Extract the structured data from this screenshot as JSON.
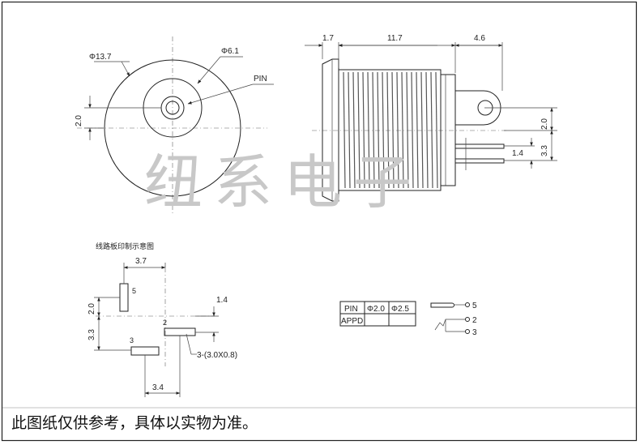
{
  "front_view": {
    "outer_diameter": "Φ13.7",
    "inner_diameter": "Φ6.1",
    "pin_label": "PIN",
    "pin_offset": "2.0"
  },
  "side_view": {
    "dim_flange": "1.7",
    "dim_body": "11.7",
    "dim_tail": "4.6",
    "dim_2_0": "2.0",
    "dim_1_4": "1.4",
    "dim_3_3": "3.3"
  },
  "watermark": "纽系电子",
  "pcb_layout": {
    "title": "线路板印制示意图",
    "dim_width": "3.7",
    "dim_2_0": "2.0",
    "dim_3_3": "3.3",
    "dim_1_4": "1.4",
    "dim_3_4": "3.4",
    "pad_5": "5",
    "pad_2": "2",
    "pad_3": "3",
    "slot_note": "3-(3.0X0.8)"
  },
  "spec_table": {
    "headers": [
      "PIN",
      "Φ2.0",
      "Φ2.5"
    ],
    "rows": [
      [
        "APPD",
        "",
        ""
      ]
    ]
  },
  "schematic": {
    "pin5": "5",
    "pin2": "2",
    "pin3": "3"
  },
  "footer_note": "此图纸仅供参考，具体以实物为准。"
}
